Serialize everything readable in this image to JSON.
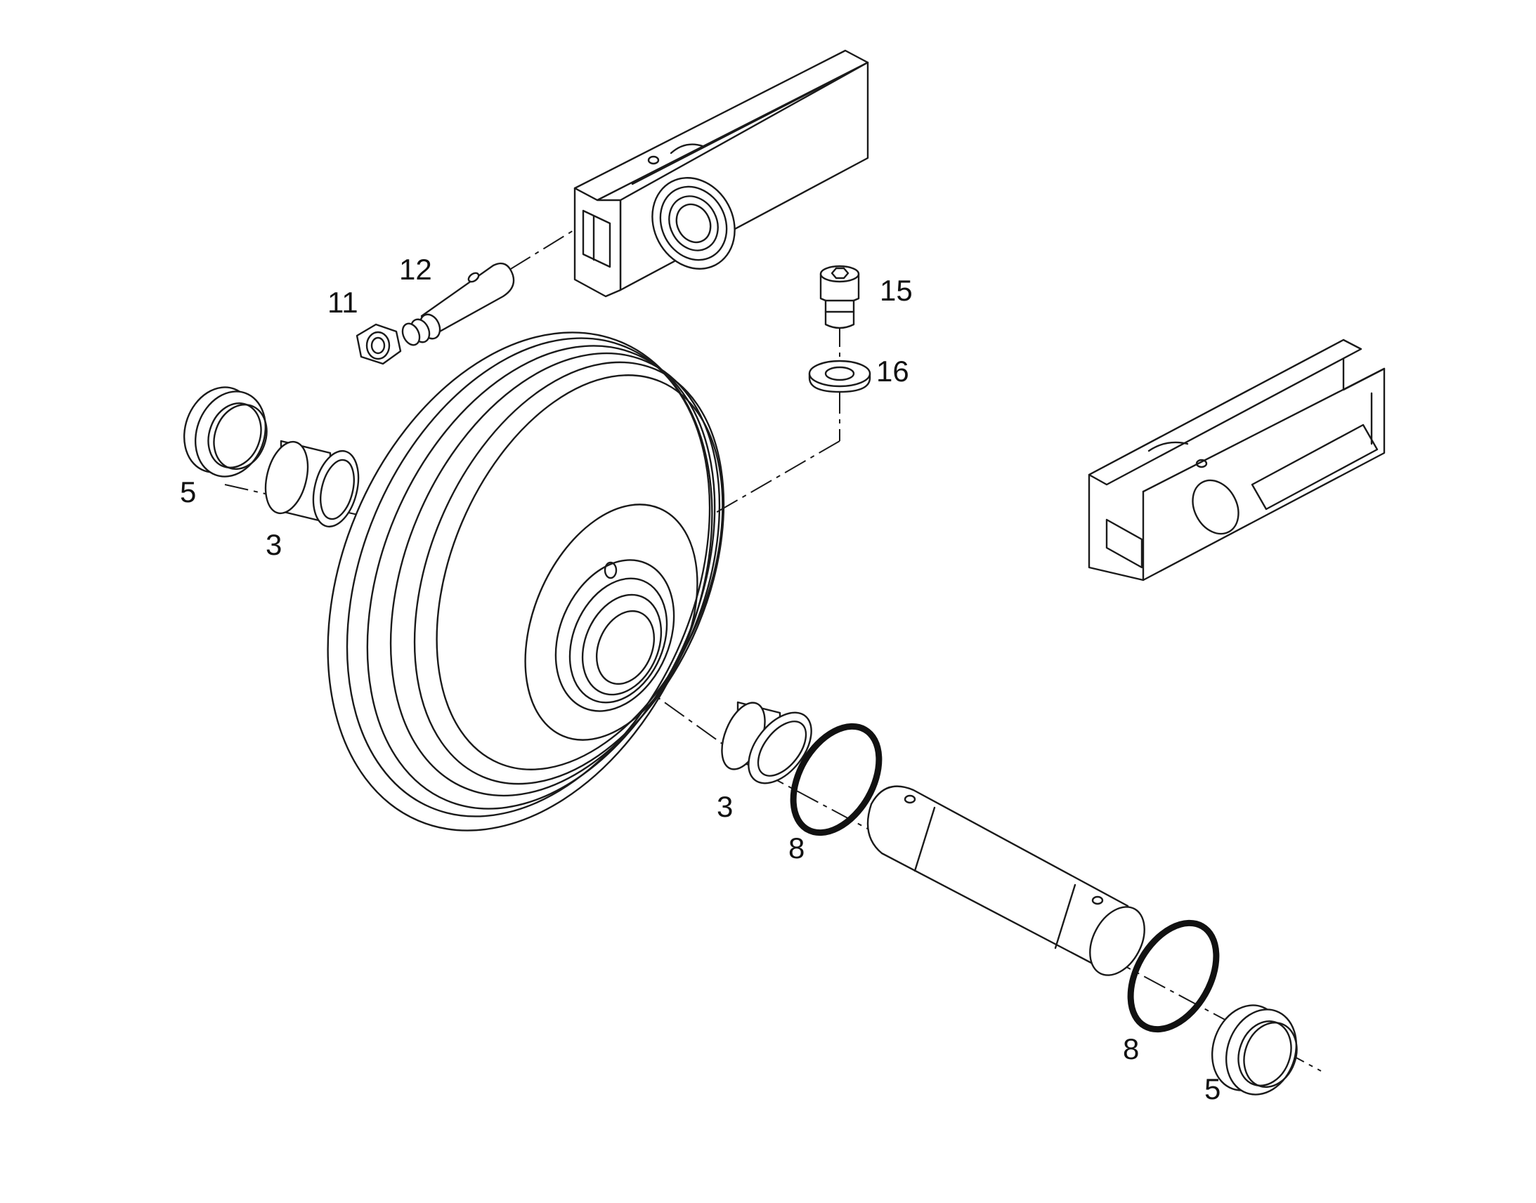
{
  "diagram": {
    "callouts": [
      {
        "id": "frame-top",
        "label": ""
      },
      {
        "id": "frame-right",
        "label": ""
      },
      {
        "id": "nut",
        "label": "11"
      },
      {
        "id": "grease-nipple",
        "label": "12"
      },
      {
        "id": "plug-screw",
        "label": "15"
      },
      {
        "id": "seal-washer",
        "label": "16"
      },
      {
        "id": "seal-left",
        "label": "5"
      },
      {
        "id": "bushing-left",
        "label": "3"
      },
      {
        "id": "idler-wheel",
        "label": ""
      },
      {
        "id": "bushing-right",
        "label": "3"
      },
      {
        "id": "oring-left",
        "label": "8"
      },
      {
        "id": "axle",
        "label": ""
      },
      {
        "id": "oring-right",
        "label": "8"
      },
      {
        "id": "seal-right",
        "label": "5"
      }
    ]
  }
}
